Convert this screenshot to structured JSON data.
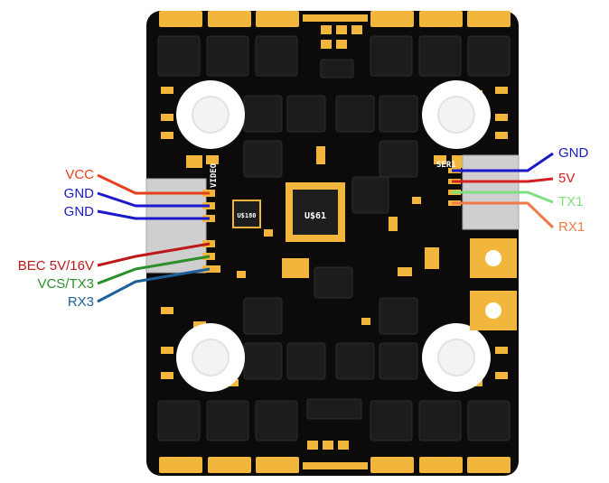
{
  "left_connector": {
    "labels": [
      {
        "text": "VCC",
        "color": "#e8401c"
      },
      {
        "text": "GND",
        "color": "#1a1acb"
      },
      {
        "text": "GND",
        "color": "#1a1acb"
      },
      {
        "text": "BEC 5V/16V",
        "color": "#c01818"
      },
      {
        "text": "VCS/TX3",
        "color": "#2a8f2a"
      },
      {
        "text": "RX3",
        "color": "#1d5f9a"
      }
    ]
  },
  "right_connector": {
    "labels": [
      {
        "text": "GND",
        "color": "#1a1acb"
      },
      {
        "text": "5V",
        "color": "#d42020"
      },
      {
        "text": "TX1",
        "color": "#7fe07f"
      },
      {
        "text": "RX1",
        "color": "#ef7a4a"
      }
    ]
  },
  "board": {
    "silk_video": "VIDEO",
    "silk_ser1": "SER1",
    "chip_main": "U$61",
    "chip_small": "U$180",
    "colors": {
      "pcb": "#0c0b0a",
      "pad": "#f2b63c",
      "mosfet": "#1c1c1c",
      "hole": "#ffffff"
    }
  }
}
